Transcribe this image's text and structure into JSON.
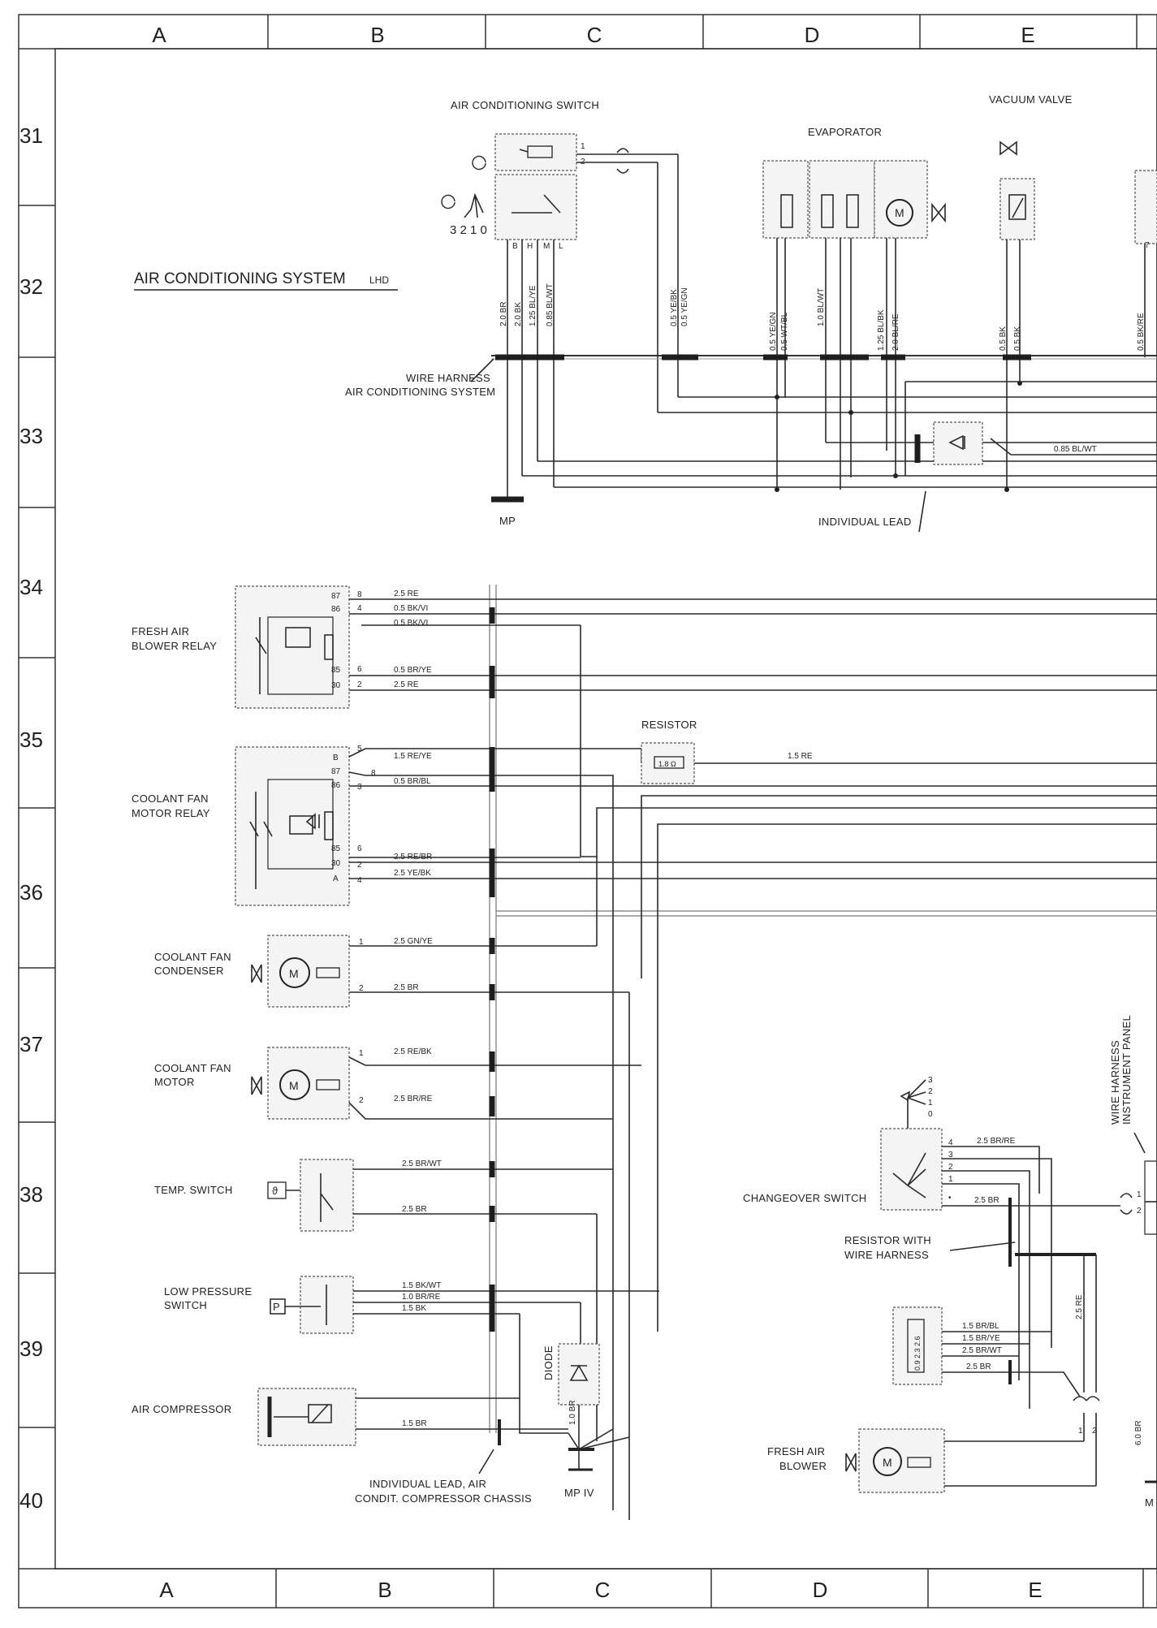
{
  "diagram": {
    "title": "AIR CONDITIONING SYSTEM",
    "title_suffix": "LHD",
    "columns": [
      "A",
      "B",
      "C",
      "D",
      "E"
    ],
    "rows": [
      "31",
      "32",
      "33",
      "34",
      "35",
      "36",
      "37",
      "38",
      "39",
      "40"
    ],
    "components": {
      "ac_switch": "AIR CONDITIONING SWITCH",
      "ac_switch_positions": "3 2 1 0",
      "ac_switch_pins": [
        "B",
        "H",
        "M",
        "L"
      ],
      "evaporator": "EVAPORATOR",
      "vacuum_valve": "VACUUM VALVE",
      "harness_ac": [
        "WIRE HARNESS",
        "AIR CONDITIONING SYSTEM"
      ],
      "mp": "MP",
      "individual_lead": "INDIVIDUAL LEAD",
      "fresh_air_relay": [
        "FRESH AIR",
        "BLOWER RELAY"
      ],
      "coolant_relay": [
        "COOLANT FAN",
        "MOTOR RELAY"
      ],
      "resistor": "RESISTOR",
      "resistor_value": "1.8 Ω",
      "coolant_condenser": [
        "COOLANT FAN",
        "CONDENSER"
      ],
      "coolant_motor": [
        "COOLANT FAN",
        "MOTOR"
      ],
      "temp_switch": "TEMP. SWITCH",
      "low_pressure": [
        "LOW PRESSURE",
        "SWITCH"
      ],
      "air_compressor": "AIR COMPRESSOR",
      "diode": "DIODE",
      "individual_lead_comp": [
        "INDIVIDUAL LEAD, AIR",
        "CONDIT. COMPRESSOR CHASSIS"
      ],
      "mp_iv": "MP IV",
      "changeover": "CHANGEOVER SWITCH",
      "resistor_harness": [
        "RESISTOR WITH",
        "WIRE HARNESS"
      ],
      "resistor_values": "0.9 2.3 2.6",
      "fresh_air_blower": [
        "FRESH AIR",
        "BLOWER"
      ],
      "harness_panel": [
        "WIRE HARNESS",
        "INSTRUMENT PANEL"
      ],
      "edge_mp": "M",
      "motor_symbol": "M",
      "pressure_symbol": "P",
      "theta_symbol": "ϑ"
    },
    "wire_labels": {
      "acs": [
        "2.0 BR",
        "2.0 BK",
        "1.25 BL/YE",
        "0.85 BL/WT",
        "0.5 YE/BK",
        "0.5 YE/GN"
      ],
      "evap": [
        "0.5 YE/GN",
        "0.5 WT/BL",
        "1.0 BL/WT",
        "1.25 BL/BK",
        "2.0 BL/RE"
      ],
      "vac": [
        "0.5 BK",
        "0.5 BK",
        "0.5 BK/RE"
      ],
      "lead_085": "0.85 BL/WT",
      "fresh_relay": [
        "2.5 RE",
        "0.5 BK/VI",
        "0.5 BK/VI",
        "0.5 BR/YE",
        "2.5 RE"
      ],
      "fresh_relay_pins": [
        "87",
        "86",
        "85",
        "30"
      ],
      "fresh_relay_nums": [
        "8",
        "4",
        "6",
        "2"
      ],
      "coolant_relay": [
        "1.5 RE/YE",
        "0.5 BR/BL",
        "2.5 RE/BR",
        "2.5 YE/BK"
      ],
      "coolant_relay_pins": [
        "B",
        "87",
        "86",
        "85",
        "30",
        "A"
      ],
      "coolant_relay_nums": [
        "5",
        "8",
        "3",
        "6",
        "2",
        "4"
      ],
      "resistor_out": "1.5 RE",
      "condenser": [
        "2.5 GN/YE",
        "2.5 BR"
      ],
      "motor": [
        "2.5 RE/BK",
        "2.5 BR/RE"
      ],
      "temp": [
        "2.5 BR/WT",
        "2.5 BR"
      ],
      "low_pressure": [
        "1.5 BK/WT",
        "1.0 BR/RE",
        "1.5 BK"
      ],
      "compressor": "1.5 BR",
      "diode_lead": "1.0 BR",
      "changeover": [
        "2.5 BR/RE",
        "2.5 BR"
      ],
      "changeover_pins": [
        "4",
        "3",
        "2",
        "1",
        "•"
      ],
      "changeover_positions": [
        "3",
        "2",
        "1",
        "0"
      ],
      "res_harness": [
        "1.5 BR/BL",
        "1.5 BR/YE",
        "2.5 BR/WT",
        "2.5 BR"
      ],
      "vertical_25re": "2.5 RE",
      "edge_60br": "6.0 BR",
      "pins_12": [
        "1",
        "2"
      ]
    }
  }
}
